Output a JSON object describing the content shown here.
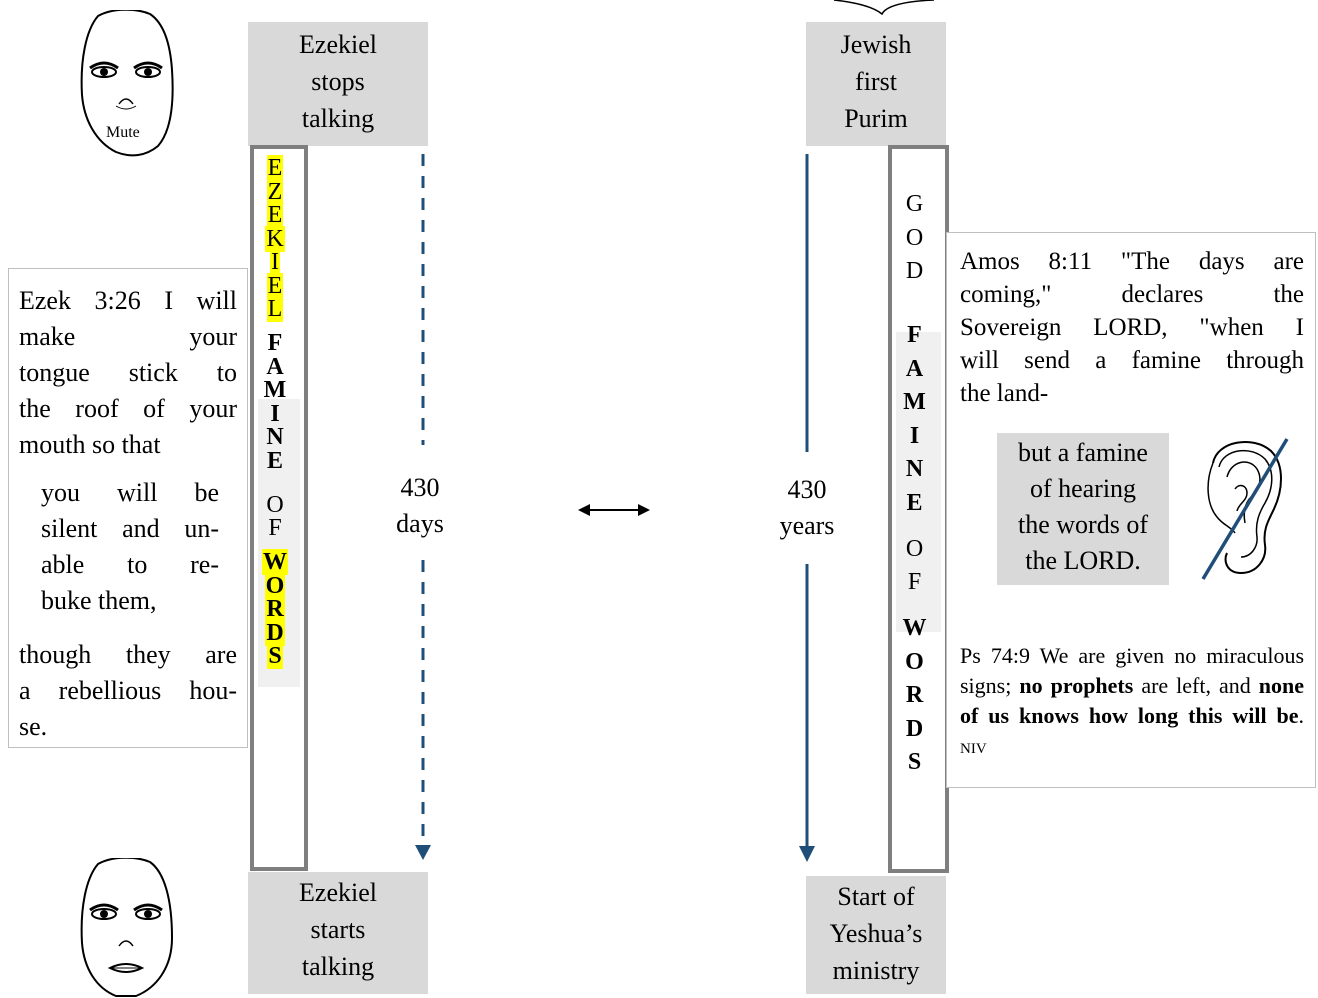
{
  "left": {
    "top_label": [
      "Ezekiel",
      "stops",
      "talking"
    ],
    "bottom_label": [
      "Ezekiel",
      "starts",
      "talking"
    ],
    "face_top_caption": "Mute",
    "column_letters": [
      {
        "t": "E",
        "hl": true,
        "b": false
      },
      {
        "t": "Z",
        "hl": true,
        "b": false
      },
      {
        "t": "E",
        "hl": true,
        "b": false
      },
      {
        "t": "K",
        "hl": true,
        "b": false
      },
      {
        "t": "I",
        "hl": true,
        "b": false
      },
      {
        "t": "E",
        "hl": true,
        "b": false
      },
      {
        "t": "L",
        "hl": true,
        "b": false
      },
      {
        "t": "F",
        "hl": false,
        "b": true
      },
      {
        "t": "A",
        "hl": false,
        "b": true
      },
      {
        "t": "M",
        "hl": false,
        "b": true
      },
      {
        "t": "I",
        "hl": false,
        "b": true
      },
      {
        "t": "N",
        "hl": false,
        "b": true
      },
      {
        "t": "E",
        "hl": false,
        "b": true
      },
      {
        "t": "O",
        "hl": false,
        "b": false
      },
      {
        "t": "F",
        "hl": false,
        "b": false
      },
      {
        "t": "W",
        "hl": true,
        "b": true
      },
      {
        "t": "O",
        "hl": true,
        "b": true
      },
      {
        "t": "R",
        "hl": true,
        "b": true
      },
      {
        "t": "D",
        "hl": true,
        "b": true
      },
      {
        "t": "S",
        "hl": true,
        "b": true
      }
    ],
    "duration_number": "430",
    "duration_unit": "days",
    "quote": {
      "p1": [
        "Ezek 3:26 I will",
        "make your",
        "tongue stick to",
        "the roof of your",
        "mouth so that"
      ],
      "p2": [
        "you will be",
        "silent and un-",
        "able to re-",
        "buke them,"
      ],
      "p3": [
        "though they are",
        "a rebellious hou-",
        "se."
      ]
    }
  },
  "center": {
    "arrow": "↔"
  },
  "right": {
    "top_label": [
      "Jewish",
      "first",
      "Purim"
    ],
    "bottom_label": [
      "Start of",
      "Yeshua’s",
      "ministry"
    ],
    "column_letters": [
      {
        "t": "G",
        "b": false
      },
      {
        "t": "O",
        "b": false
      },
      {
        "t": "D",
        "b": false
      },
      {
        "t": "F",
        "b": true
      },
      {
        "t": "A",
        "b": true
      },
      {
        "t": "M",
        "b": true
      },
      {
        "t": "I",
        "b": true
      },
      {
        "t": "N",
        "b": true
      },
      {
        "t": "E",
        "b": true
      },
      {
        "t": "O",
        "b": false
      },
      {
        "t": "F",
        "b": false
      },
      {
        "t": "W",
        "b": true
      },
      {
        "t": "O",
        "b": true
      },
      {
        "t": "R",
        "b": true
      },
      {
        "t": "D",
        "b": true
      },
      {
        "t": "S",
        "b": true
      }
    ],
    "duration_number": "430",
    "duration_unit": "years",
    "amos": [
      "Amos 8:11 \"The days are",
      "coming,\" declares the",
      "Sovereign LORD, \"when I",
      "will send a famine through",
      "the land-"
    ],
    "famine": [
      "but a famine",
      "of hearing",
      "the words of",
      "the LORD."
    ],
    "ps_prefix": "Ps 74:9 We are given no miraculous signs; ",
    "ps_bold1": "no prophets",
    "ps_mid": " are left, and ",
    "ps_bold2": "none of us knows how long this will be",
    "ps_end": ". ",
    "ps_version": "NIV"
  },
  "colors": {
    "gray_box": "#d9d9d9",
    "column_border": "#7f7f7f",
    "highlight": "#ffff00",
    "arrow_blue": "#1f4e79"
  }
}
